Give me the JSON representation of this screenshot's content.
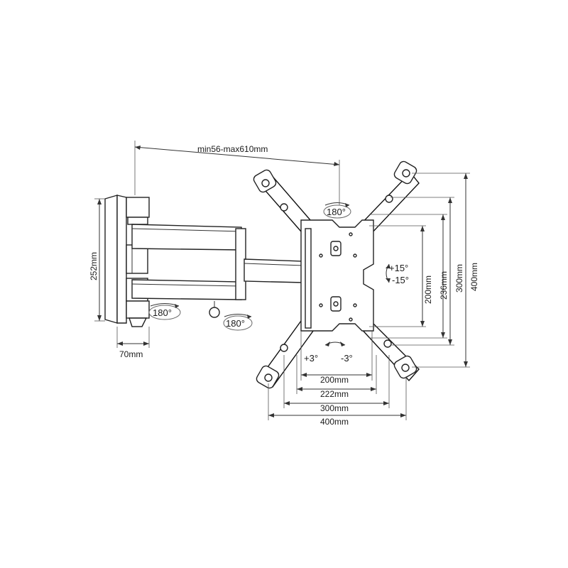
{
  "dimensions": {
    "arm_extension": "min56-max610mm",
    "wall_plate_height": "252mm",
    "wall_plate_width": "70mm",
    "vesa_200_vertical": "200mm",
    "vesa_236_vertical": "236mm",
    "vesa_300_vertical": "300mm",
    "vesa_400_vertical": "400mm",
    "vesa_200_horizontal": "200mm",
    "vesa_222_horizontal": "222mm",
    "vesa_300_horizontal": "300mm",
    "vesa_400_horizontal": "400mm"
  },
  "rotations": {
    "swivel_top": "180°",
    "swivel_wall": "180°",
    "swivel_arm": "180°",
    "tilt_up": "+15°",
    "tilt_down": "-15°",
    "level_plus": "+3°",
    "level_minus": "-3°"
  }
}
